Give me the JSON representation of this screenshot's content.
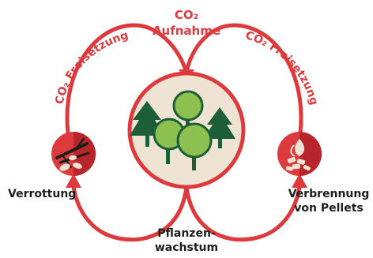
{
  "top_label": {
    "line1": "CO₂",
    "line2": "Aufnahme"
  },
  "left_arc_label": "CO₂ Freisetzung",
  "right_arc_label": "CO₂ Freisetzung",
  "left_node_label": "Verrottung",
  "right_node_label": {
    "line1": "Verbrennung",
    "line2": "von Pellets"
  },
  "bottom_label": {
    "line1": "Pflanzen-",
    "line2": "wachstum"
  },
  "colors": {
    "accent_red": "#dd3a3e",
    "dark_red": "#b8252b",
    "tree_light": "#8cc04f",
    "tree_dark": "#1b5e37",
    "circle_fill": "#efe4d4",
    "text_dark": "#1d1d1b"
  },
  "icons": {
    "center": "forest-icon",
    "left": "rotting-wood-icon",
    "right": "burning-pellets-icon"
  }
}
